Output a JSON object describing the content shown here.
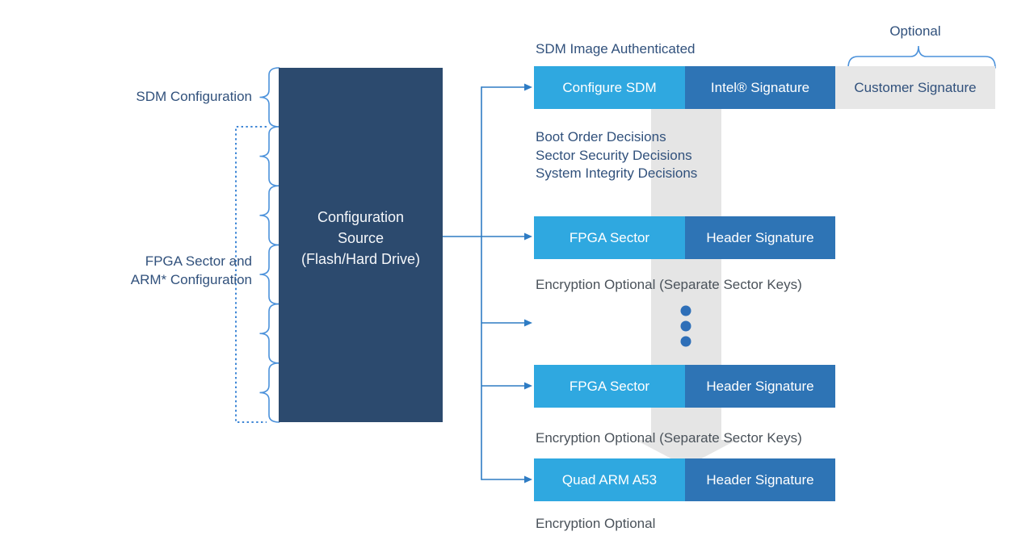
{
  "colors": {
    "light_blue": "#2FA8E0",
    "medium_blue": "#2E74B5",
    "navy": "#2C4A6E",
    "gray_box": "#E7E7E7",
    "label_navy": "#31517C",
    "text_gray": "#4A525A",
    "line_blue": "#2E7CC4",
    "brace_blue": "#4C92DB",
    "dots_blue": "#2E6FB8",
    "band_gray": "#E5E5E5"
  },
  "left": {
    "sdm_configuration": "SDM Configuration",
    "fpga_config_line1": "FPGA Sector and",
    "fpga_config_line2": "ARM* Configuration",
    "source_box": {
      "lines": [
        "Configuration",
        "Source",
        "(Flash/Hard Drive)"
      ]
    }
  },
  "right": {
    "optional": "Optional",
    "sdm_image_authenticated": "SDM Image Authenticated",
    "decisions": [
      "Boot Order Decisions",
      "Sector Security Decisions",
      "System Integrity Decisions"
    ],
    "encryption_notes": [
      "Encryption Optional (Separate Sector Keys)",
      "Encryption Optional (Separate Sector Keys)",
      "Encryption Optional"
    ],
    "rows": [
      {
        "cells": [
          {
            "label": "Configure SDM"
          },
          {
            "label": "Intel® Signature"
          },
          {
            "label": "Customer Signature"
          }
        ]
      },
      {
        "cells": [
          {
            "label": "FPGA Sector"
          },
          {
            "label": "Header Signature"
          }
        ]
      },
      {
        "cells": [
          {
            "label": "FPGA Sector"
          },
          {
            "label": "Header Signature"
          }
        ]
      },
      {
        "cells": [
          {
            "label": "Quad ARM A53"
          },
          {
            "label": "Header Signature"
          }
        ]
      }
    ]
  }
}
